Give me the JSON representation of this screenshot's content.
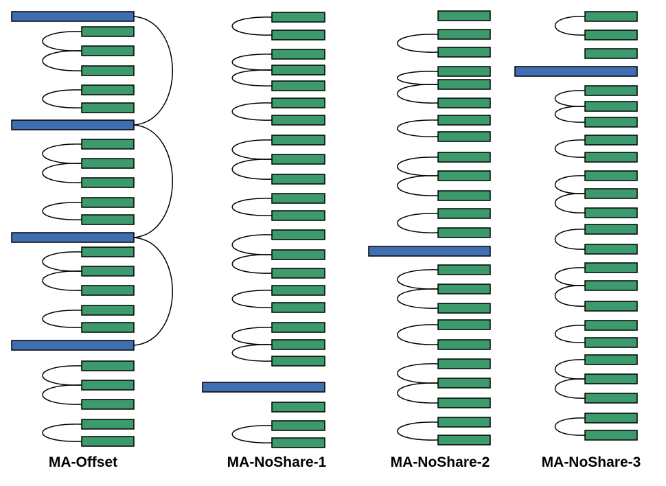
{
  "colors": {
    "small_block": "#3c9a6c",
    "large_block": "#3f6fb0",
    "outline": "#000000",
    "background": "#ffffff"
  },
  "panels": [
    {
      "label": "MA-Offset"
    },
    {
      "label": "MA-NoShare-1"
    },
    {
      "label": "MA-NoShare-2"
    },
    {
      "label": "MA-NoShare-3"
    }
  ]
}
